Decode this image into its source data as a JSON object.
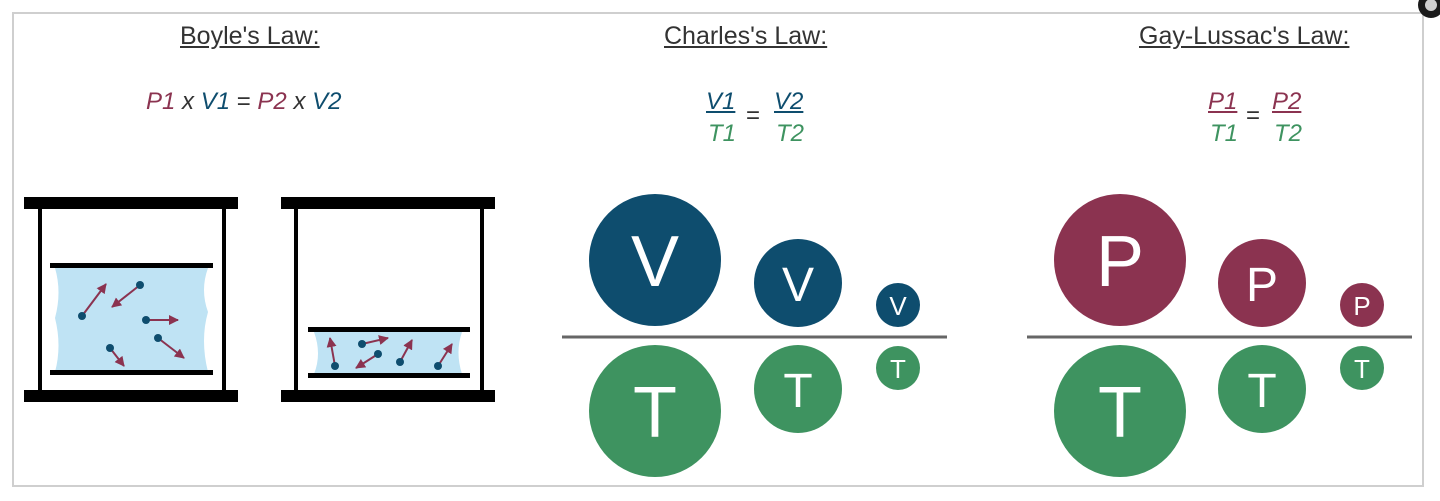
{
  "colors": {
    "pressure": "#8b3350",
    "volume": "#0e4d6e",
    "temperature": "#3e9360",
    "text": "#333333",
    "gas_fill": "#bfe3f4"
  },
  "boyle": {
    "title": "Boyle's Law:",
    "p1": "P1",
    "x1": "x",
    "v1": "V1",
    "eq": "=",
    "p2": "P2",
    "x2": "x",
    "v2": "V2"
  },
  "charles": {
    "title": "Charles's Law:",
    "num1": "V1",
    "den1": "T1",
    "eq": "=",
    "num2": "V2",
    "den2": "T2",
    "top_letter": "V",
    "bottom_letter": "T"
  },
  "gaylussac": {
    "title": "Gay-Lussac's Law:",
    "num1": "P1",
    "den1": "T1",
    "eq": "=",
    "num2": "P2",
    "den2": "T2",
    "top_letter": "P",
    "bottom_letter": "T"
  }
}
